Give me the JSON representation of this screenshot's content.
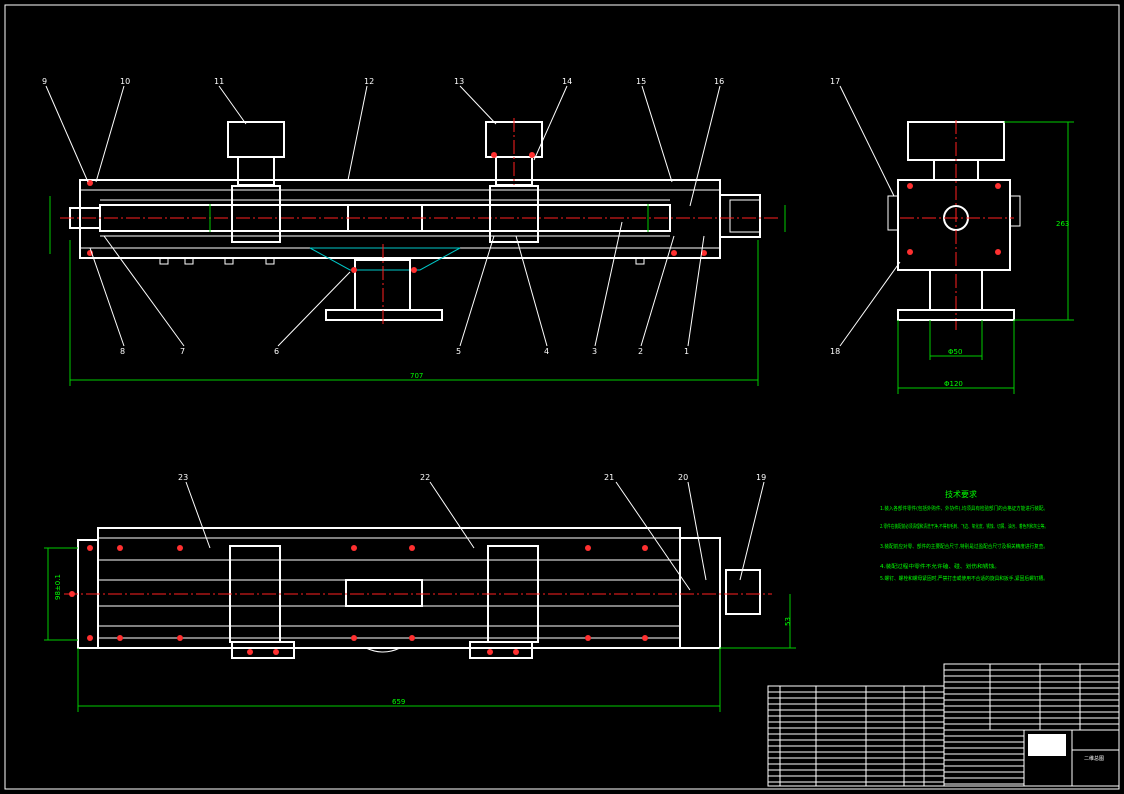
{
  "drawing": {
    "front_labels_top": [
      "9",
      "10",
      "11",
      "12",
      "13",
      "14",
      "15",
      "16"
    ],
    "front_labels_bottom": [
      "8",
      "7",
      "6",
      "5",
      "4",
      "3",
      "2",
      "1"
    ],
    "side_labels": [
      "17",
      "18"
    ],
    "plan_labels": [
      "23",
      "22",
      "21",
      "20",
      "19"
    ],
    "dims": {
      "front_overall": "707",
      "plan_overall": "659",
      "side_height": "263",
      "side_width": "Φ120",
      "side_inner": "Φ50",
      "plan_height": "98±0.1",
      "plan_offset": "53"
    },
    "notes": {
      "title": "技术要求",
      "items": [
        "1.装入各部件零件(包括外购件、外协件),均须具有检验部门的合格证方能进行装配。",
        "2.零件在装配前必须清理和清洗干净,不得有毛刺、飞边、氧化皮、锈蚀、切屑、油污、着色剂和灰尘等。",
        "3.装配前应对零、部件的主要配合尺寸,特别是过盈配合尺寸及相关精度进行复查。",
        "4.装配过程中零件不允许磕、碰、划伤和锈蚀。",
        "5.螺钉、螺栓和螺母紧固时,严禁打击或使用不合适的旋具和扳手,紧固后螺钉槽。"
      ]
    },
    "title_block": {
      "drawing_name": "二维总图"
    }
  },
  "colors": {
    "background": "#000000",
    "outline": "#ffffff",
    "dimension": "#00ff00",
    "centerline": "#ff2020",
    "hatch": "#00c8c8"
  }
}
